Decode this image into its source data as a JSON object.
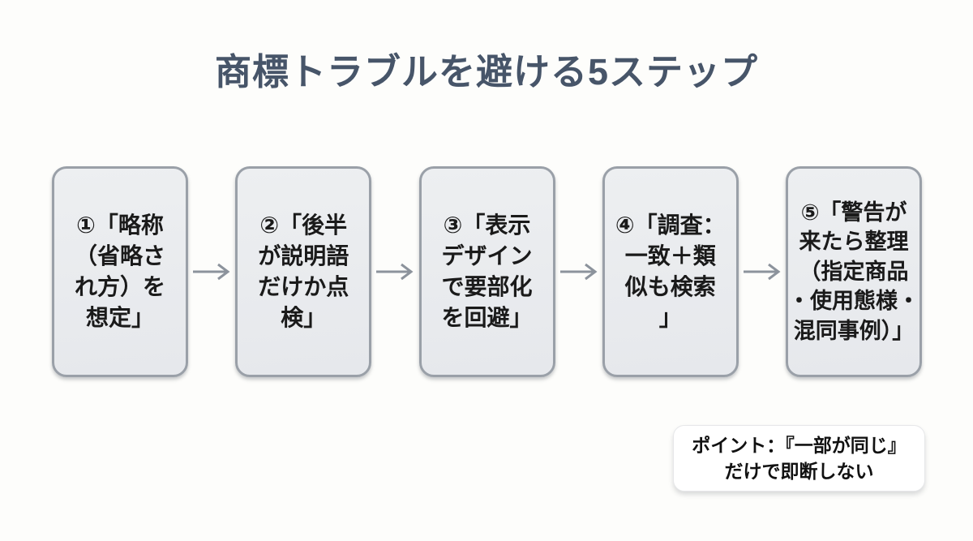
{
  "title": "商標トラブルを避ける5ステップ",
  "steps": [
    {
      "id": 1,
      "lines": [
        "①「略称",
        "（省略さ",
        "れ方）を",
        "想定」"
      ]
    },
    {
      "id": 2,
      "lines": [
        "②「後半",
        "が説明語",
        "だけか点",
        "検」"
      ]
    },
    {
      "id": 3,
      "lines": [
        "③「表示",
        "デザイン",
        "で要部化",
        "を回避」"
      ]
    },
    {
      "id": 4,
      "lines": [
        "④「調査：",
        "一致＋類",
        "似も検索",
        "」"
      ]
    },
    {
      "id": 5,
      "lines": [
        "⑤「警告が",
        "来たら整理",
        "（指定商品",
        "・使用態様・",
        "混同事例）」"
      ]
    }
  ],
  "note": {
    "lines": [
      "ポイント：『一部が同じ』",
      "だけで即断しない"
    ]
  },
  "colors": {
    "background": "#fdfdfb",
    "title_color": "#475569",
    "box_fill": "#e9ebee",
    "box_border": "#9aa0a8",
    "box_text": "#1a1a1a",
    "arrow_color": "#8c939c",
    "note_bg": "#ffffff",
    "note_border": "#e6e7e9"
  }
}
